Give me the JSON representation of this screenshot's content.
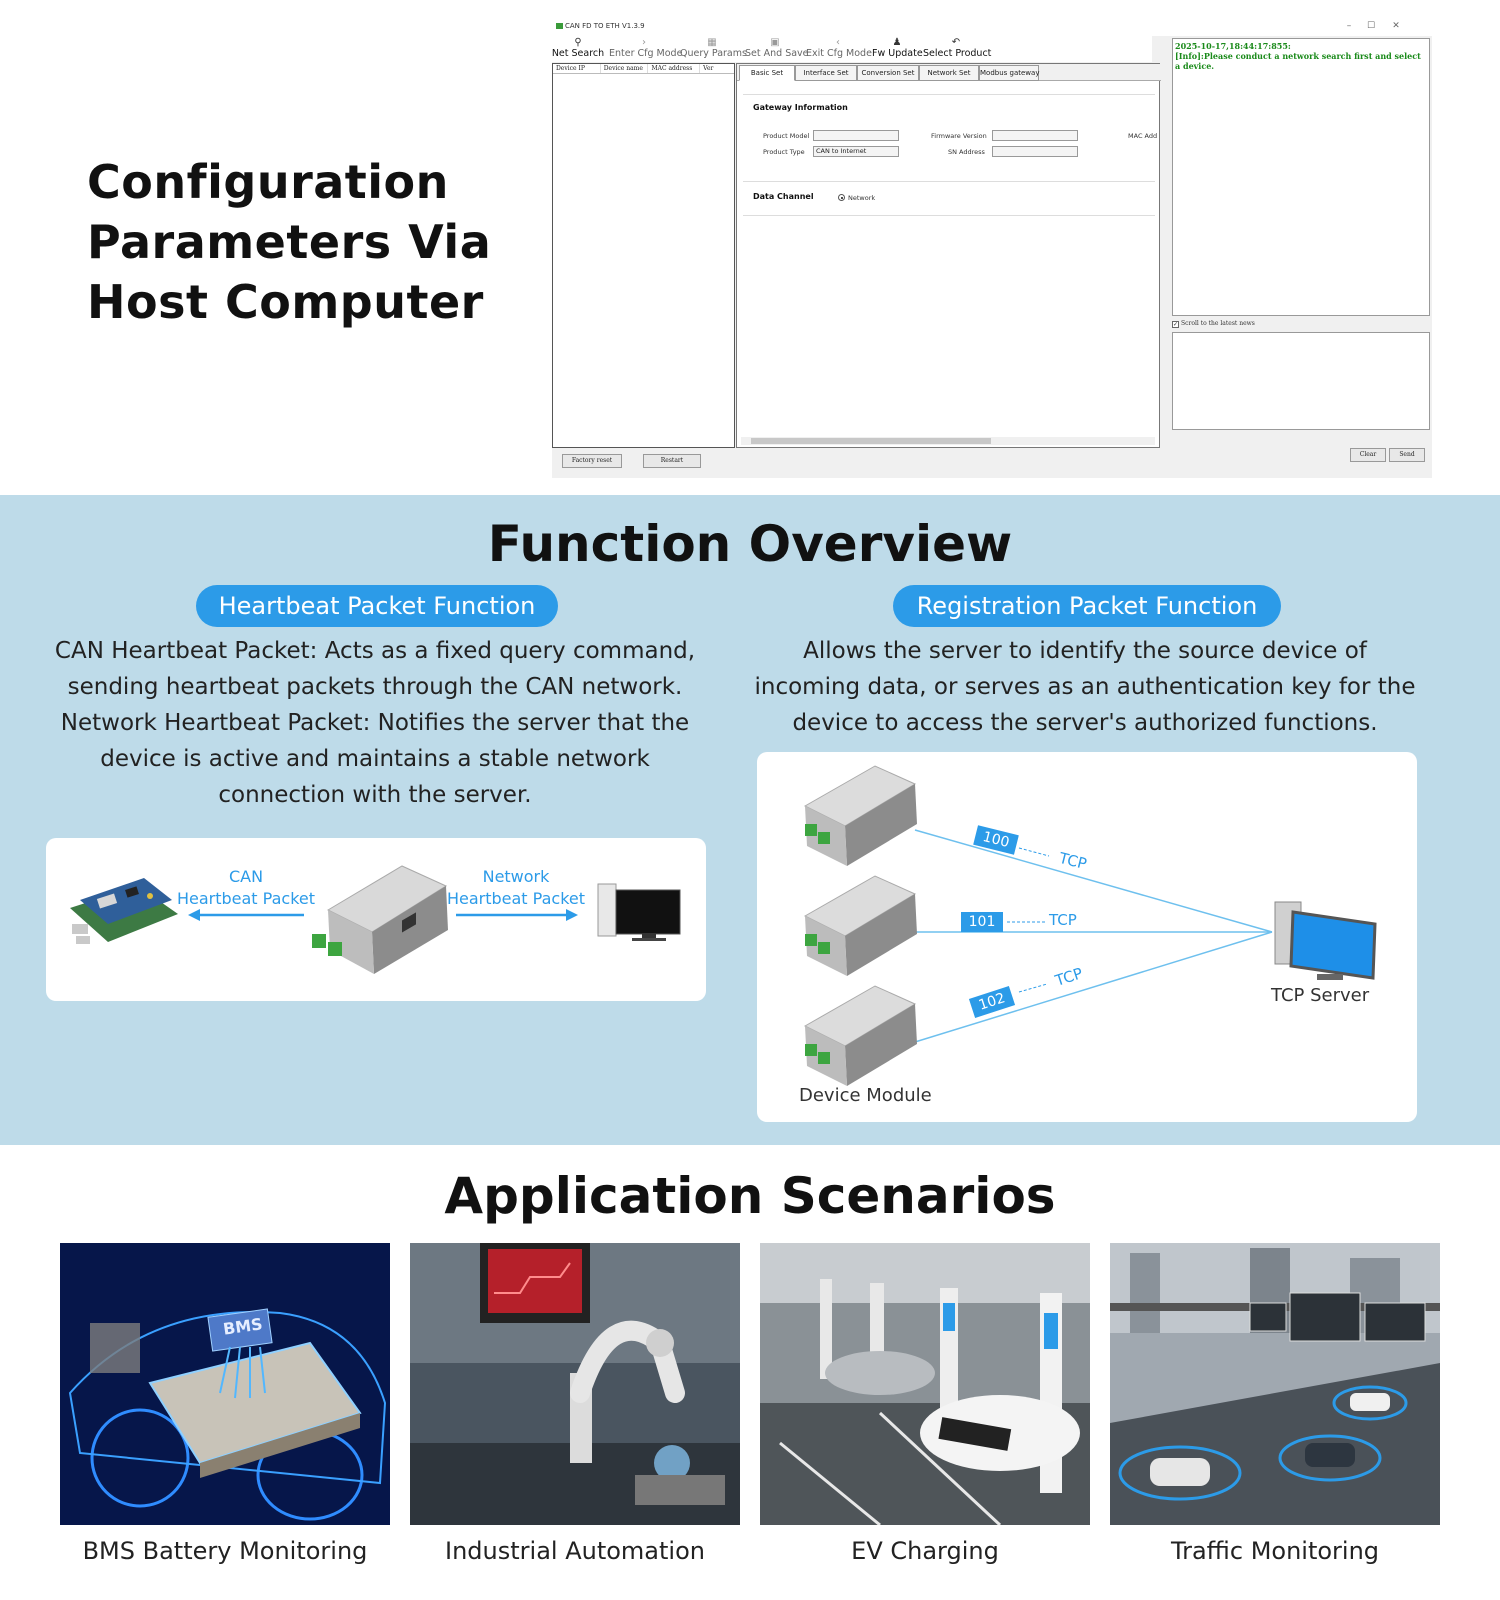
{
  "config": {
    "title_lines": [
      "Configuration",
      "Parameters Via",
      "Host Computer"
    ],
    "app": {
      "window_title": "CAN FD TO ETH V1.3.9",
      "toolbar": [
        {
          "label": "Net Search",
          "icon": "search-icon"
        },
        {
          "label": "Enter Cfg Mode",
          "icon": "chevron-right-icon"
        },
        {
          "label": "Query Params",
          "icon": "grid-icon"
        },
        {
          "label": "Set And Save",
          "icon": "save-icon"
        },
        {
          "label": "Exit Cfg Mode",
          "icon": "chevron-left-icon"
        },
        {
          "label": "Fw Update",
          "icon": "bell-icon"
        },
        {
          "label": "Select Product",
          "icon": "undo-icon"
        }
      ],
      "device_columns": [
        "Device IP",
        "Device name",
        "MAC address",
        "Ver"
      ],
      "tabs": [
        "Basic Set",
        "Interface Set",
        "Conversion Set",
        "Network Set",
        "Modbus gateway"
      ],
      "gateway_title": "Gateway Information",
      "product_model_label": "Product Model",
      "product_model_value": "",
      "product_type_label": "Product Type",
      "product_type_value": "CAN to Internet",
      "firmware_label": "Firmware Version",
      "sn_label": "SN Address",
      "mac_label": "MAC Add",
      "data_channel_title": "Data Channel",
      "network_option": "Network",
      "log_time": "2025-10-17,18:44:17:855:",
      "log_message": "[Info]:Please conduct a network search first and select a device.",
      "scroll_latest_label": "Scroll to the latest news",
      "factory_reset": "Factory reset",
      "restart": "Restart",
      "clear": "Clear",
      "send": "Send"
    }
  },
  "function": {
    "title": "Function Overview",
    "heartbeat": {
      "pill": "Heartbeat Packet Function",
      "desc_lines": [
        "CAN Heartbeat Packet: Acts as a fixed query command,",
        "sending heartbeat packets through the CAN network.",
        "Network Heartbeat Packet: Notifies the server that the",
        "device is active and maintains a stable network",
        "connection with the server."
      ],
      "can_label": [
        "CAN",
        "Heartbeat Packet"
      ],
      "net_label": [
        "Network",
        "Heartbeat Packet"
      ]
    },
    "registration": {
      "pill": "Registration Packet Function",
      "desc_lines": [
        "Allows the server to identify the source device of",
        "incoming data, or serves as an authentication key for the",
        "device to access the server's authorized functions."
      ],
      "tags": [
        "100",
        "101",
        "102"
      ],
      "tcp_label": "TCP",
      "server_label": "TCP Server",
      "device_label": "Device Module"
    }
  },
  "applications": {
    "title": "Application Scenarios",
    "items": [
      {
        "caption": "BMS Battery Monitoring",
        "badge": "BMS"
      },
      {
        "caption": "Industrial Automation"
      },
      {
        "caption": "EV Charging"
      },
      {
        "caption": "Traffic Monitoring"
      }
    ]
  },
  "colors": {
    "accent": "#2c9be8",
    "section_bg": "#bedbe9",
    "log_green": "#1a8a1a"
  }
}
